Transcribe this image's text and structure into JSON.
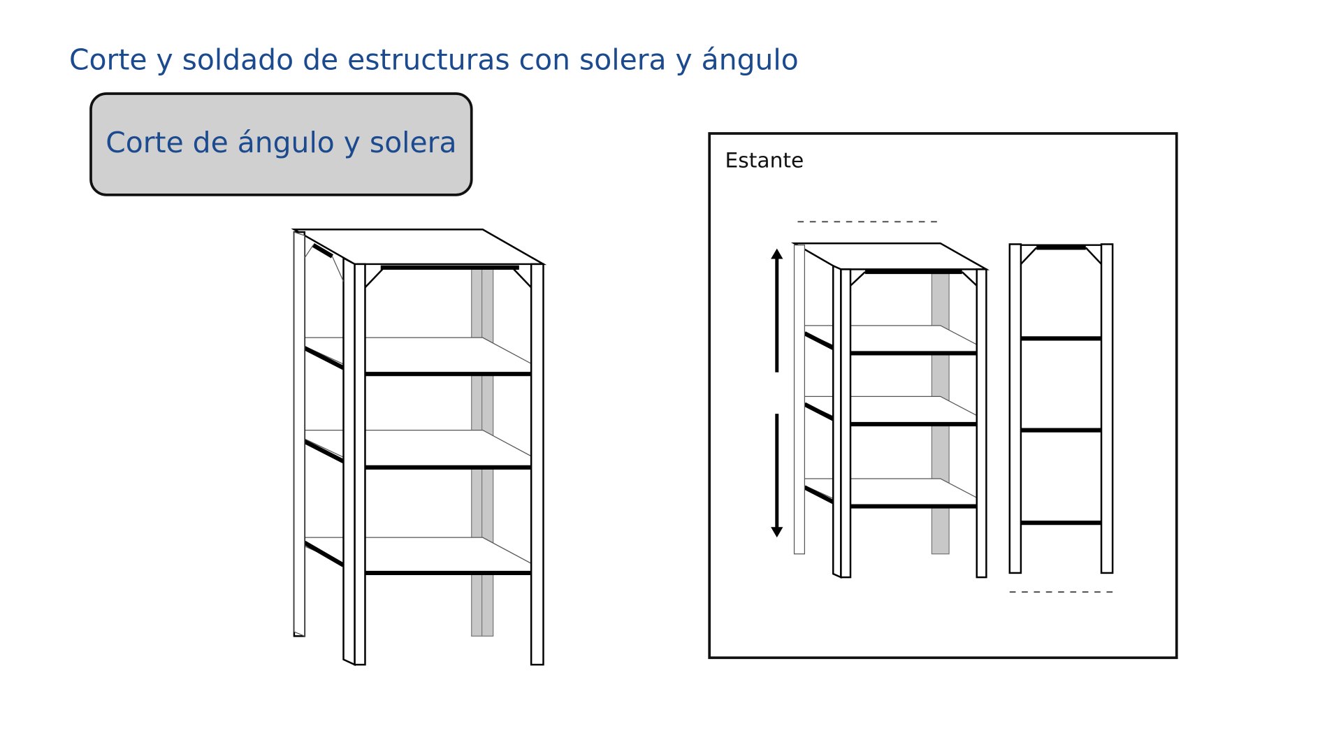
{
  "slide": {
    "title": "Corte y soldado de estructuras con solera y ángulo",
    "section_label": "Corte de ángulo y solera",
    "panel_label": "Estante"
  },
  "colors": {
    "title": "#1b4a8f",
    "label_box": "#d0d0d0"
  }
}
